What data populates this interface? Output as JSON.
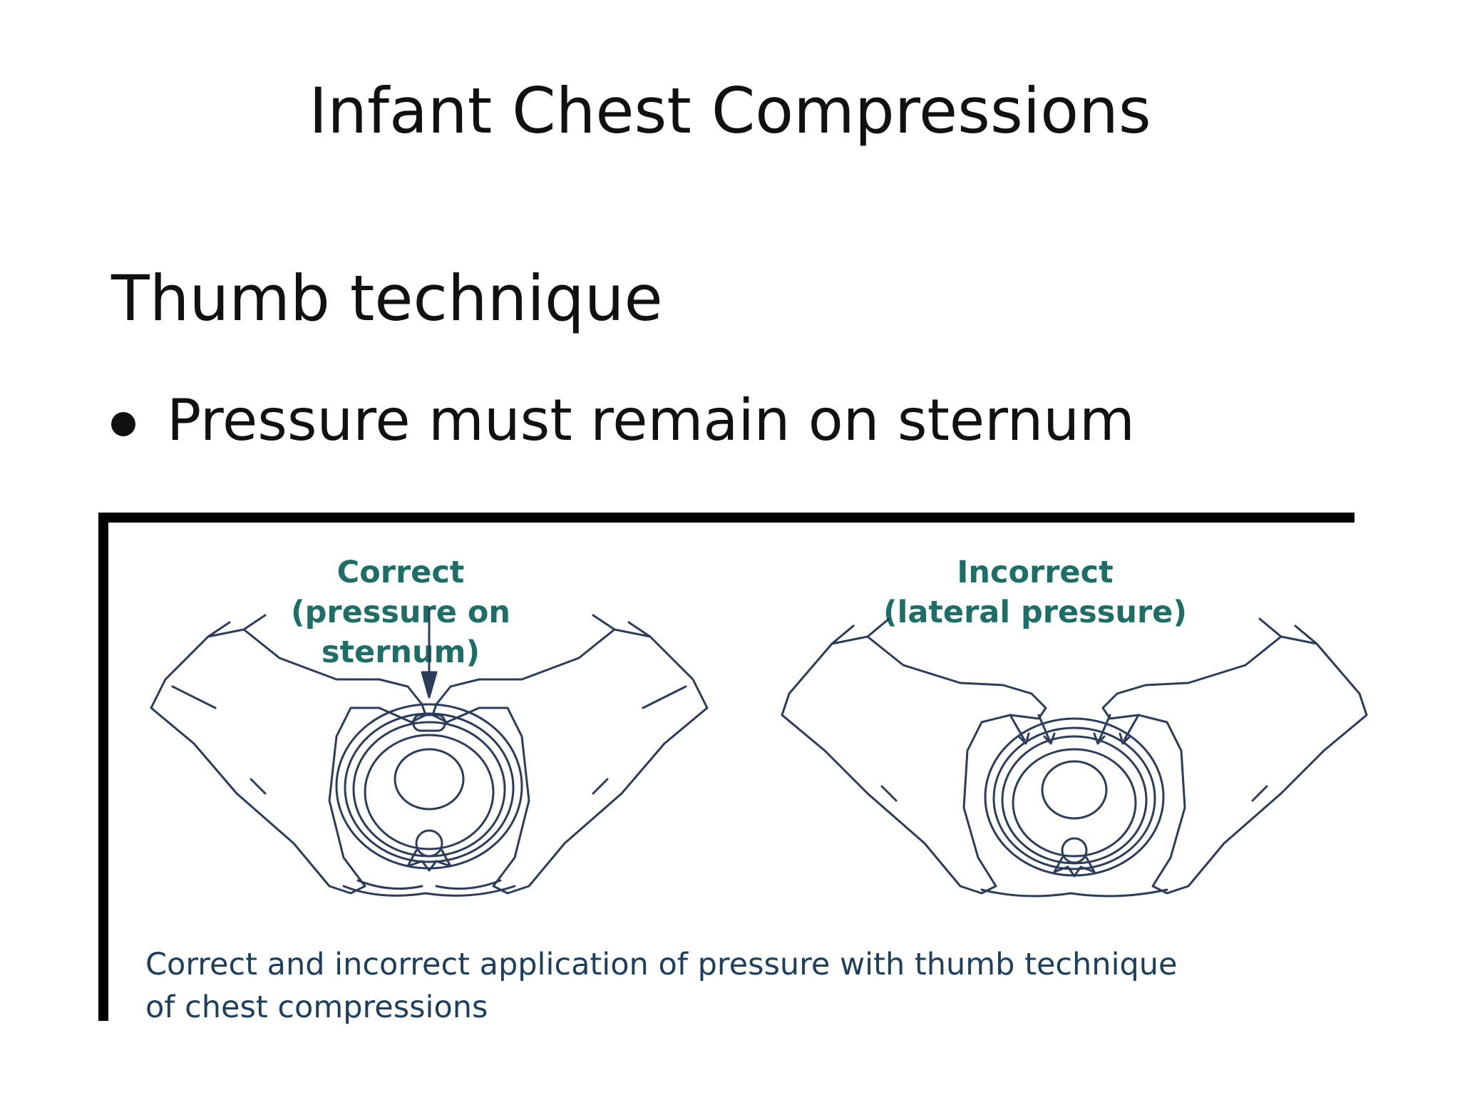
{
  "slide": {
    "title": "Infant Chest Compressions",
    "subtitle": "Thumb technique",
    "bullets": [
      "Pressure must remain on sternum"
    ]
  },
  "figure": {
    "correct": {
      "heading": "Correct",
      "detail": "(pressure on sternum)"
    },
    "incorrect": {
      "heading": "Incorrect",
      "detail": "(lateral pressure)"
    },
    "caption_line1": "Correct and incorrect application of pressure with thumb technique",
    "caption_line2": "of chest compressions"
  },
  "colors": {
    "label_teal": "#1c6e66",
    "caption_navy": "#1d3f5e",
    "line_art": "#2b3d5a",
    "border": "#000000"
  },
  "icons": [
    "hands-on-chest-illustration",
    "pressure-arrow-icon"
  ]
}
